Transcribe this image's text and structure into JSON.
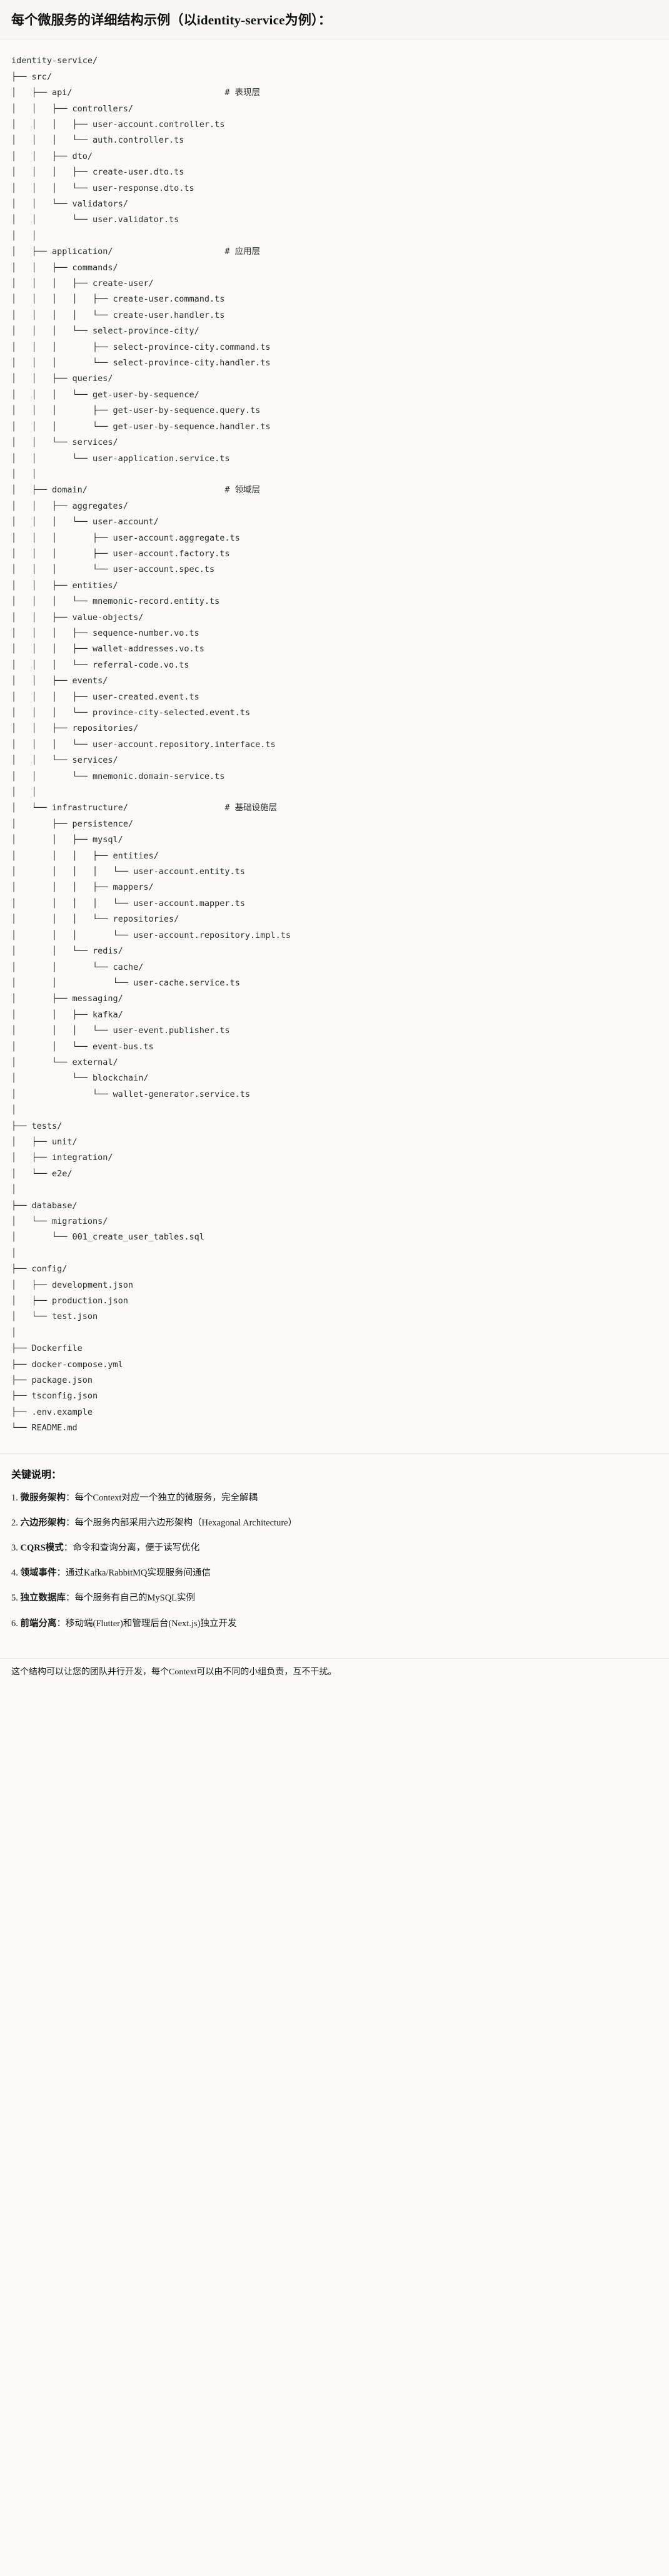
{
  "header": {
    "title": "每个微服务的详细结构示例（以identity-service为例）："
  },
  "tree": {
    "root": "identity-service/",
    "comments": {
      "api": "# 表现层",
      "application": "# 应用层",
      "domain": "# 领域层",
      "infrastructure": "# 基础设施层"
    },
    "text": "identity-service/\n├── src/\n│   ├── api/                              # 表现层\n│   │   ├── controllers/\n│   │   │   ├── user-account.controller.ts\n│   │   │   └── auth.controller.ts\n│   │   ├── dto/\n│   │   │   ├── create-user.dto.ts\n│   │   │   └── user-response.dto.ts\n│   │   └── validators/\n│   │       └── user.validator.ts\n│   │\n│   ├── application/                      # 应用层\n│   │   ├── commands/\n│   │   │   ├── create-user/\n│   │   │   │   ├── create-user.command.ts\n│   │   │   │   └── create-user.handler.ts\n│   │   │   └── select-province-city/\n│   │   │       ├── select-province-city.command.ts\n│   │   │       └── select-province-city.handler.ts\n│   │   ├── queries/\n│   │   │   └── get-user-by-sequence/\n│   │   │       ├── get-user-by-sequence.query.ts\n│   │   │       └── get-user-by-sequence.handler.ts\n│   │   └── services/\n│   │       └── user-application.service.ts\n│   │\n│   ├── domain/                           # 领域层\n│   │   ├── aggregates/\n│   │   │   └── user-account/\n│   │   │       ├── user-account.aggregate.ts\n│   │   │       ├── user-account.factory.ts\n│   │   │       └── user-account.spec.ts\n│   │   ├── entities/\n│   │   │   └── mnemonic-record.entity.ts\n│   │   ├── value-objects/\n│   │   │   ├── sequence-number.vo.ts\n│   │   │   ├── wallet-addresses.vo.ts\n│   │   │   └── referral-code.vo.ts\n│   │   ├── events/\n│   │   │   ├── user-created.event.ts\n│   │   │   └── province-city-selected.event.ts\n│   │   ├── repositories/\n│   │   │   └── user-account.repository.interface.ts\n│   │   └── services/\n│   │       └── mnemonic.domain-service.ts\n│   │\n│   └── infrastructure/                   # 基础设施层\n│       ├── persistence/\n│       │   ├── mysql/\n│       │   │   ├── entities/\n│       │   │   │   └── user-account.entity.ts\n│       │   │   ├── mappers/\n│       │   │   │   └── user-account.mapper.ts\n│       │   │   └── repositories/\n│       │   │       └── user-account.repository.impl.ts\n│       │   └── redis/\n│       │       └── cache/\n│       │           └── user-cache.service.ts\n│       ├── messaging/\n│       │   ├── kafka/\n│       │   │   └── user-event.publisher.ts\n│       │   └── event-bus.ts\n│       └── external/\n│           └── blockchain/\n│               └── wallet-generator.service.ts\n│\n├── tests/\n│   ├── unit/\n│   ├── integration/\n│   └── e2e/\n│\n├── database/\n│   └── migrations/\n│       └── 001_create_user_tables.sql\n│\n├── config/\n│   ├── development.json\n│   ├── production.json\n│   └── test.json\n│\n├── Dockerfile\n├── docker-compose.yml\n├── package.json\n├── tsconfig.json\n├── .env.example\n└── README.md"
  },
  "keypoints": {
    "title": "关键说明：",
    "separator": "：",
    "items": [
      {
        "term": "微服务架构",
        "desc": "每个Context对应一个独立的微服务，完全解耦"
      },
      {
        "term": "六边形架构",
        "desc": "每个服务内部采用六边形架构（Hexagonal Architecture）"
      },
      {
        "term": "CQRS模式",
        "desc": "命令和查询分离，便于读写优化"
      },
      {
        "term": "领域事件",
        "desc": "通过Kafka/RabbitMQ实现服务间通信"
      },
      {
        "term": "独立数据库",
        "desc": "每个服务有自己的MySQL实例"
      },
      {
        "term": "前端分离",
        "desc": "移动端(Flutter)和管理后台(Next.js)独立开发"
      }
    ],
    "closing": "这个结构可以让您的团队并行开发，每个Context可以由不同的小组负责，互不干扰。"
  }
}
